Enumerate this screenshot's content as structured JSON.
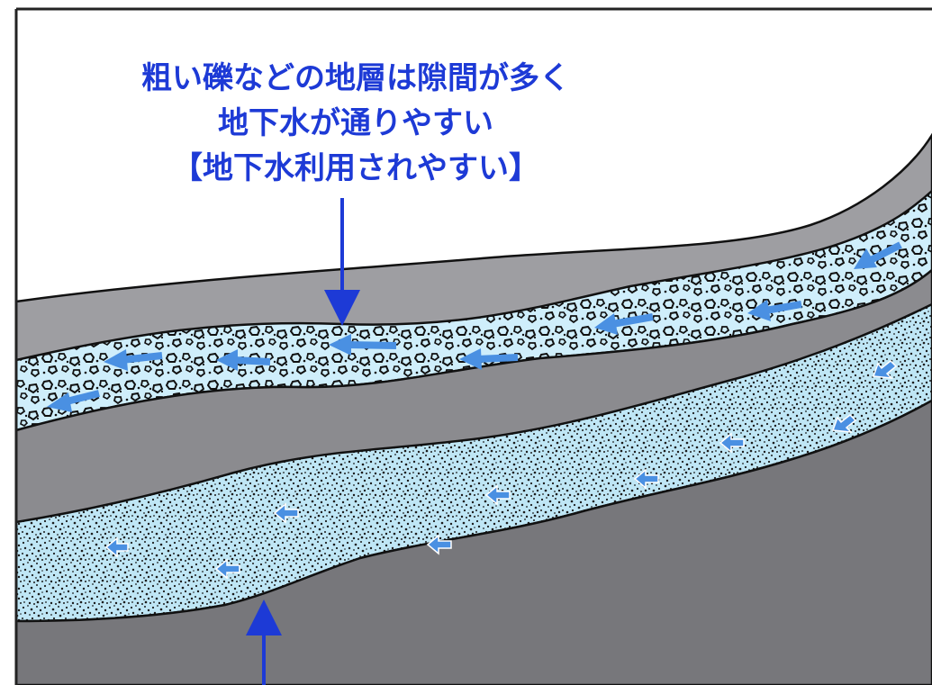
{
  "caption": {
    "line1": "粗い礫などの地層は隙間が多く",
    "line2": "地下水が通りやすい",
    "line3": "【地下水利用されやすい】"
  },
  "colors": {
    "ground_upper": "#9e9ea2",
    "ground_middle": "#8b8b8f",
    "ground_lower": "#77777b",
    "gravel_water": "#cfeefb",
    "sand_water": "#bfe6f5",
    "flow_arrow": "#4a90e2",
    "pointer_arrow": "#1d3ad6"
  },
  "layers": [
    {
      "id": "gravel-aquifer",
      "material": "coarse gravel",
      "flow_direction": "left"
    },
    {
      "id": "sand-aquifer",
      "material": "fine sand",
      "flow_direction": "left"
    }
  ]
}
